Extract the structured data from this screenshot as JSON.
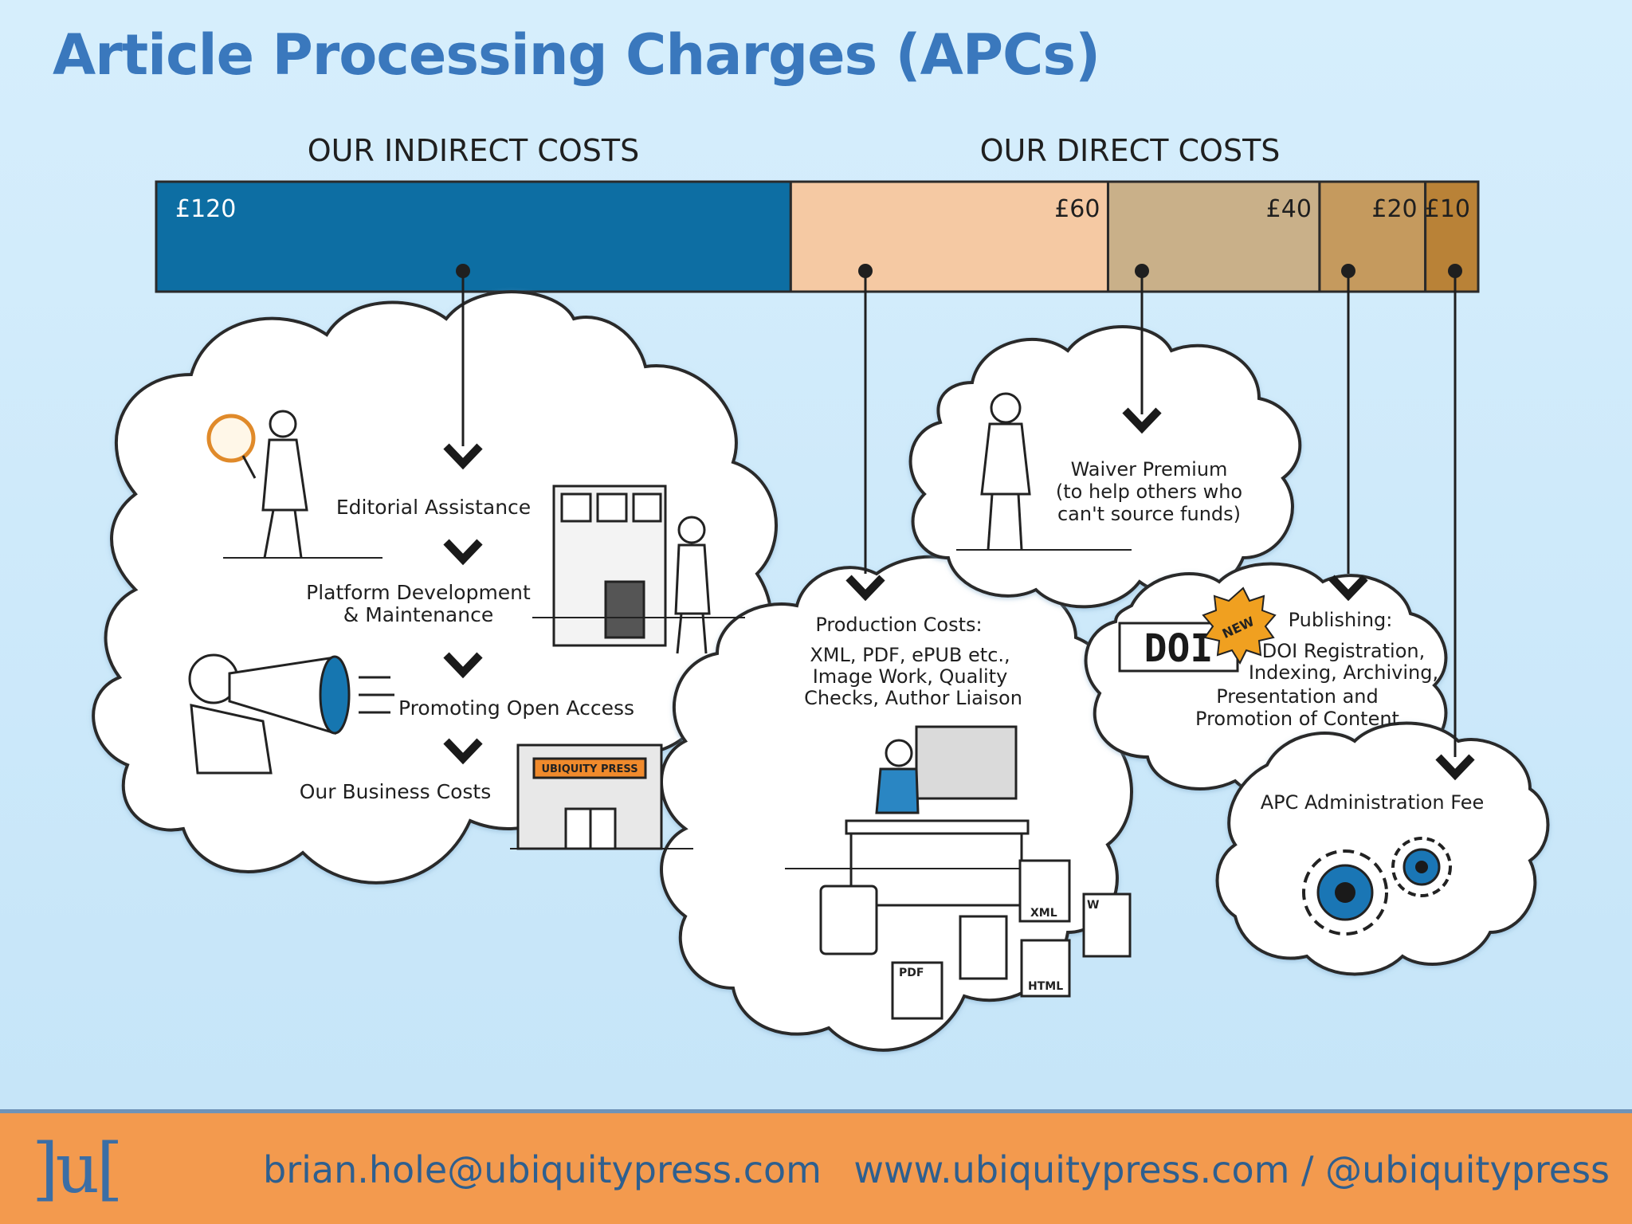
{
  "slide": {
    "title": "Article Processing Charges (APCs)"
  },
  "headers": {
    "indirect": "OUR INDIRECT COSTS",
    "direct": "OUR DIRECT COSTS"
  },
  "bar": [
    {
      "label": "£120",
      "value": 120,
      "color": "#0d6ea3"
    },
    {
      "label": "£60",
      "value": 60,
      "color": "#f5c9a3"
    },
    {
      "label": "£40",
      "value": 40,
      "color": "#c9b089"
    },
    {
      "label": "£20",
      "value": 20,
      "color": "#c59a5e"
    },
    {
      "label": "£10",
      "value": 10,
      "color": "#b98237"
    }
  ],
  "indirect_items": [
    "Editorial Assistance",
    "Platform Development",
    "& Maintenance",
    "Promoting Open Access",
    "Our Business Costs"
  ],
  "building_sign": "UBIQUITY PRESS",
  "production": {
    "lines": [
      "Production Costs:",
      "XML, PDF, ePUB etc.,",
      "Image Work, Quality",
      "Checks, Author Liaison"
    ],
    "file_tags": [
      "PDF",
      "XML",
      "HTML",
      "W"
    ]
  },
  "waiver": {
    "lines": [
      "Waiver Premium",
      "(to help others who",
      "can't source funds)"
    ]
  },
  "publishing": {
    "doi": "DOI",
    "badge": "NEW",
    "lines": [
      "Publishing:",
      "DOI Registration,",
      "Indexing, Archiving,",
      "Presentation and",
      "Promotion of Content"
    ]
  },
  "admin": {
    "label": "APC Administration Fee"
  },
  "footer": {
    "logo": "]u[",
    "email": "brian.hole@ubiquitypress.com",
    "web": "www.ubiquitypress.com / @ubiquitypress"
  }
}
